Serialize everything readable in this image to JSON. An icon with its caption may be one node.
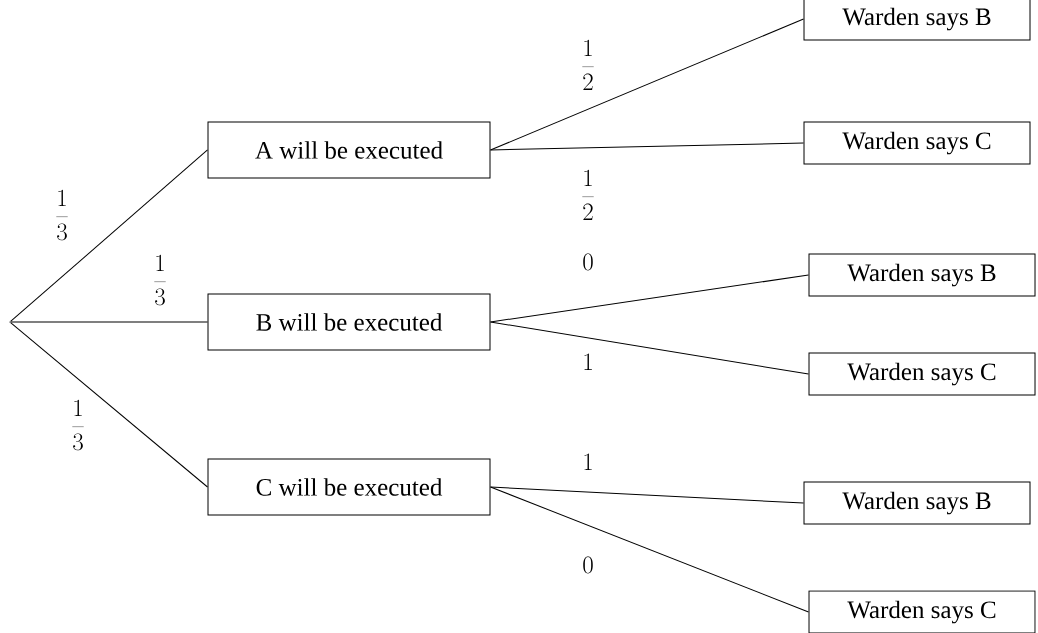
{
  "diagram": {
    "nodes": [
      {
        "text": [],
        "shape": "point"
      },
      {
        "text": [
          "A will be executed"
        ]
      },
      {
        "text": [
          "B will be executed"
        ]
      },
      {
        "text": [
          "C will be executed"
        ]
      },
      {
        "text": [
          "Warden says B"
        ]
      },
      {
        "text": [
          "Warden says C"
        ]
      },
      {
        "text": [
          "Warden says B"
        ]
      },
      {
        "text": [
          "Warden says C"
        ]
      },
      {
        "text": [
          "Warden says B"
        ]
      },
      {
        "text": [
          "Warden says C"
        ]
      }
    ],
    "edges": [
      {
        "from": 0,
        "to": 1,
        "arrow": "none",
        "label": "\\frac{1}{3}"
      },
      {
        "from": 0,
        "to": 2,
        "arrow": "none",
        "label": "\\frac{1}{3}"
      },
      {
        "from": 0,
        "to": 3,
        "arrow": "none",
        "label": "\\frac{1}{3}"
      },
      {
        "from": 1,
        "to": 4,
        "arrow": "none",
        "label": "\\frac{1}{2}"
      },
      {
        "from": 1,
        "to": 5,
        "arrow": "none",
        "label": "\\frac{1}{2}"
      },
      {
        "from": 2,
        "to": 6,
        "arrow": "none",
        "label": "0"
      },
      {
        "from": 2,
        "to": 7,
        "arrow": "none",
        "label": "1"
      },
      {
        "from": 3,
        "to": 8,
        "arrow": "none",
        "label": "1"
      },
      {
        "from": 3,
        "to": 9,
        "arrow": "none",
        "label": "0"
      }
    ]
  }
}
